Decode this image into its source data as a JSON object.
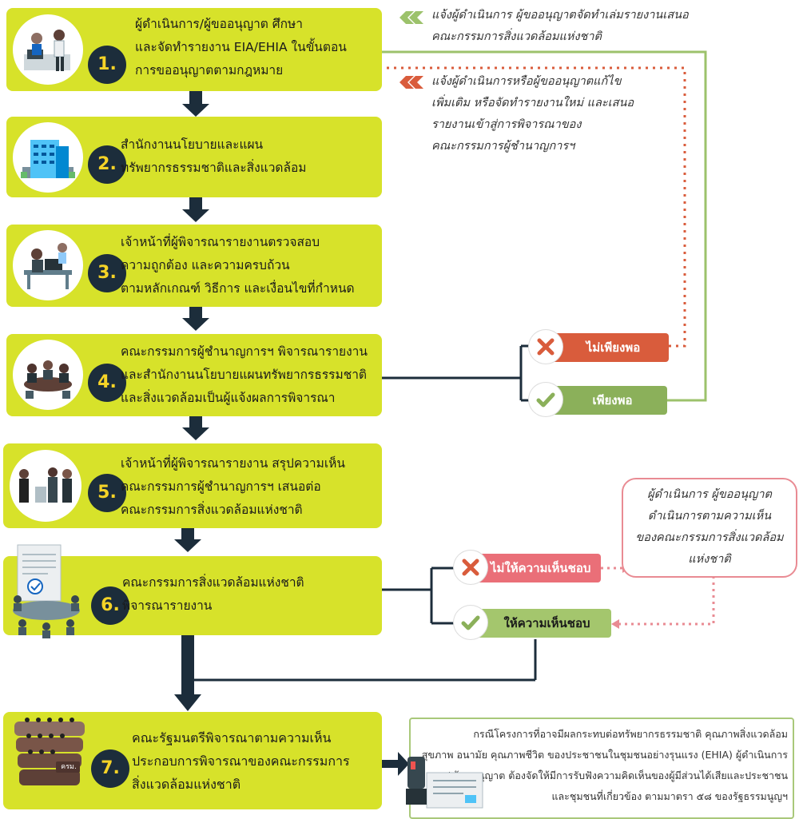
{
  "steps": [
    {
      "number": "1.",
      "lines": [
        "ผู้ดำเนินการ/ผู้ขออนุญาต ศึกษา",
        "และจัดทำรายงาน EIA/EHIA ในขั้นตอน",
        "การขออนุญาตตามกฎหมาย"
      ]
    },
    {
      "number": "2.",
      "lines": [
        "สำนักงานนโยบายและแผน",
        "ทรัพยากรธรรมชาติและสิ่งแวดล้อม"
      ]
    },
    {
      "number": "3.",
      "lines": [
        "เจ้าหน้าที่ผู้พิจารณารายงานตรวจสอบ",
        "ความถูกต้อง และความครบถ้วน",
        "ตามหลักเกณฑ์ วิธีการ และเงื่อนไขที่กำหนด"
      ]
    },
    {
      "number": "4.",
      "lines": [
        "คณะกรรมการผู้ชำนาญการฯ พิจารณารายงาน",
        "และสำนักงานนโยบายแผนทรัพยากรธรรมชาติ",
        "และสิ่งแวดล้อมเป็นผู้แจ้งผลการพิจารณา"
      ]
    },
    {
      "number": "5.",
      "lines": [
        "เจ้าหน้าที่ผู้พิจารณารายงาน สรุปความเห็น",
        "คณะกรรมการผู้ชำนาญการฯ เสนอต่อ",
        "คณะกรรมการสิ่งแวดล้อมแห่งชาติ"
      ]
    },
    {
      "number": "6.",
      "lines": [
        "คณะกรรมการสิ่งแวดล้อมแห่งชาติ",
        "พิจารณารายงาน"
      ]
    },
    {
      "number": "7.",
      "lines": [
        "คณะรัฐมนตรีพิจารณาตามความเห็น",
        "ประกอบการพิจารณาของคณะกรรมการ",
        "สิ่งแวดล้อมแห่งชาติ"
      ]
    }
  ],
  "notes": {
    "approved_note": [
      "แจ้งผู้ดำเนินการ ผู้ขออนุญาตจัดทำเล่มรายงานเสนอ",
      "คณะกรรมการสิ่งแวดล้อมแห่งชาติ"
    ],
    "rejected_note": [
      "แจ้งผู้ดำเนินการหรือผู้ขออนุญาตแก้ไข",
      "เพิ่มเติม หรือจัดทำรายงานใหม่ และเสนอ",
      "รายงานเข้าสู่การพิจารณาของ",
      "คณะกรรมการผู้ชำนาญการฯ"
    ]
  },
  "decisions": {
    "insufficient": "ไม่เพียงพอ",
    "sufficient": "เพียงพอ",
    "not_approved": "ไม่ให้ความเห็นชอบ",
    "approved": "ให้ความเห็นชอบ"
  },
  "callout_red": [
    "ผู้ดำเนินการ ผู้ขออนุญาต",
    "ดำเนินการตามความเห็น",
    "ของคณะกรรมการสิ่งแวดล้อม",
    "แห่งชาติ"
  ],
  "callout_green": [
    "กรณีโครงการที่อาจมีผลกระทบต่อทรัพยากรธรรมชาติ คุณภาพสิ่งแวดล้อม",
    "สุขภาพ อนามัย คุณภาพชีวิต ของประชาชนในชุมชนอย่างรุนแรง (EHIA)  ผู้ดำเนินการ",
    "/ ผู้ขออนุญาต ต้องจัดให้มีการรับฟังความคิดเห็นของผู้มีส่วนได้เสียและประชาชน",
    "และชุมชนที่เกี่ยวข้อง ตามมาตรา ๕๘ ของรัฐธรรมนูญฯ"
  ],
  "cabinet_label": "ครม.",
  "colors": {
    "step_box": "#d7e22a",
    "red": "#d95c3c",
    "green": "#8bb05a",
    "dark": "#1c2d3b",
    "number": "#f5d327"
  }
}
